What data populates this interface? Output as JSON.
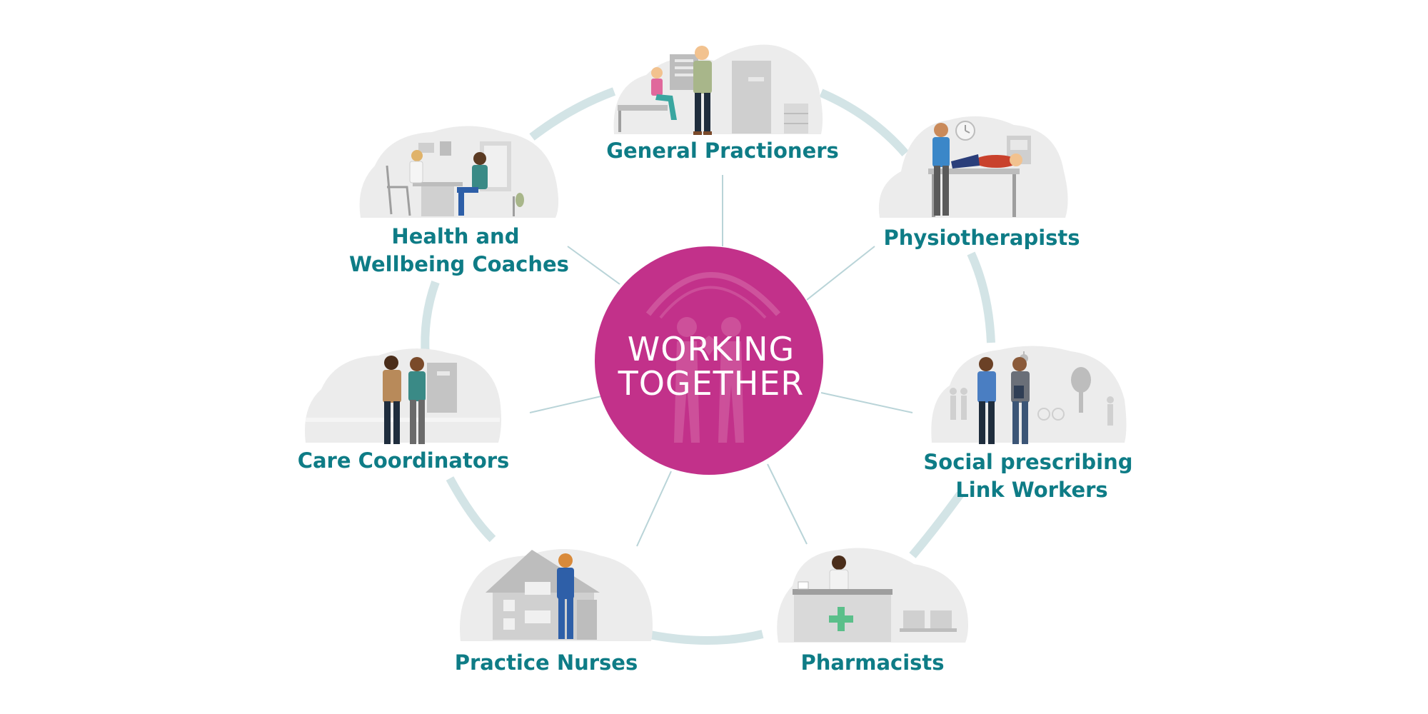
{
  "center": {
    "line1": "WORKING",
    "line2": "TOGETHER"
  },
  "roles": [
    {
      "id": "gp",
      "lines": [
        "General Practioners"
      ]
    },
    {
      "id": "physio",
      "lines": [
        "Physiotherapists"
      ]
    },
    {
      "id": "social",
      "lines": [
        "Social prescribing",
        "Link Workers"
      ]
    },
    {
      "id": "pharmacist",
      "lines": [
        "Pharmacists"
      ]
    },
    {
      "id": "nurse",
      "lines": [
        "Practice Nurses"
      ]
    },
    {
      "id": "care",
      "lines": [
        "Care Coordinators"
      ]
    },
    {
      "id": "coach",
      "lines": [
        "Health and",
        "Wellbeing Coaches"
      ]
    }
  ],
  "colors": {
    "center_fill": "#c2318a",
    "label_text": "#0e7c86",
    "ring": "#d3e4e6",
    "connector": "#b9d4d8",
    "scene_bg": "#ececec",
    "scene_object": "#bdbdbd"
  }
}
